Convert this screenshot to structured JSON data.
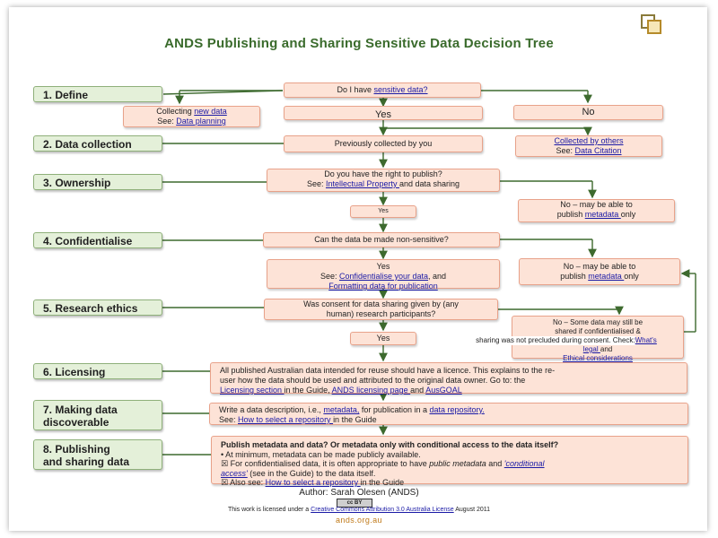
{
  "title": "ANDS Publishing and Sharing Sensitive Data Decision Tree",
  "steps": [
    "1. Define",
    "2. Data collection",
    "3. Ownership",
    "4. Confidentialise",
    "5. Research ethics",
    "6. Licensing",
    "7. Making data",
    "discoverable",
    "8. Publishing",
    "and sharing data"
  ],
  "define": {
    "question_pre": "Do I have ",
    "question_link": "sensitive data?",
    "new_pre": "Collecting ",
    "new_link": "new data",
    "see_pre": "See: ",
    "planning_link": "Data planning",
    "yes": "Yes",
    "no": "No"
  },
  "collection": {
    "previously": "Previously collected by you",
    "others_link": "Collected by others",
    "see_pre": "See: ",
    "citation_link": "Data Citation"
  },
  "ownership": {
    "question_1": "Do you have the right to publish?",
    "see_pre": "See: ",
    "ip_link": "Intellectual Property ",
    "sharing": "and data sharing",
    "yes": "Yes",
    "no_1": "No – may be able to",
    "no_2_pre": "publish ",
    "metadata_link": "metadata ",
    "no_2_post": "only"
  },
  "confidentialise": {
    "question": "Can the data be made non-sensitive?",
    "yes": "Yes",
    "see_pre": "See: ",
    "conf_link": "Confidentialise your data",
    "and": ", and",
    "format_link": "Formatting data for publication",
    "no_1": "No – may be able to",
    "no_2_pre": "publish ",
    "metadata_link": "metadata ",
    "no_2_post": " only"
  },
  "ethics": {
    "question_1": "Was consent for data sharing given by (any",
    "question_2": "human) research participants?",
    "yes": "Yes",
    "no_1": "No – Some data may still be",
    "no_2": "shared if confidentialised &",
    "no_3_pre": "sharing was not precluded during consent. Check: ",
    "whats_link": "What's",
    "legal_link": "legal ",
    "and": "and",
    "ethical_link": "Ethical considerations"
  },
  "licensing": {
    "line1": "All published Australian data intended for reuse should have a licence. This explains to the re-",
    "line2": "user how the data should be used and attributed to the original data owner. Go to: the",
    "lic_link": "Licensing section ",
    "in_guide": "in the Guide, ",
    "ands_link": "ANDS licensing page ",
    "and": "and ",
    "ausgoal_link": "AusGOAL"
  },
  "discoverable": {
    "line1_pre": "Write a data description, i.e., ",
    "metadata_link": "metadata,",
    "line1_mid": " for publication in a ",
    "repo_link": "data repository.",
    "see_pre": "See: ",
    "select_link": "How to select a repository ",
    "in_guide": "in the Guide"
  },
  "publishing": {
    "heading": "Publish metadata and data? Or metadata only with conditional access to the data itself?",
    "bullet1": "•  At minimum, metadata can be made publicly available.",
    "bullet2_pre": "☒  For confidentialised data, it is often appropriate to have ",
    "bullet2_ital": "public metadata",
    "bullet2_mid": " and ",
    "conditional_link": "'conditional",
    "access_link": "access'",
    "bullet2_post": " (see in the Guide) to the data itself.",
    "bullet3_pre": "☒  Also see: ",
    "select_link": "How to select a repository ",
    "in_guide": "in the Guide"
  },
  "footer": {
    "author": "Author: Sarah Olesen (ANDS)",
    "cc": "cc  BY",
    "license_pre": "This work is licensed under a ",
    "license_link": "Creative  Commons  Attribution  3.0  Australia  License",
    "license_post": " August 2011",
    "site": "ands.org.au"
  },
  "colors": {
    "title": "#3a6b2c",
    "step_fill": "#e4f0d9",
    "box_fill": "#fde3d7",
    "box_border": "#e8a28a",
    "arrow": "#3d6a2e",
    "link": "#1a1aa6"
  }
}
